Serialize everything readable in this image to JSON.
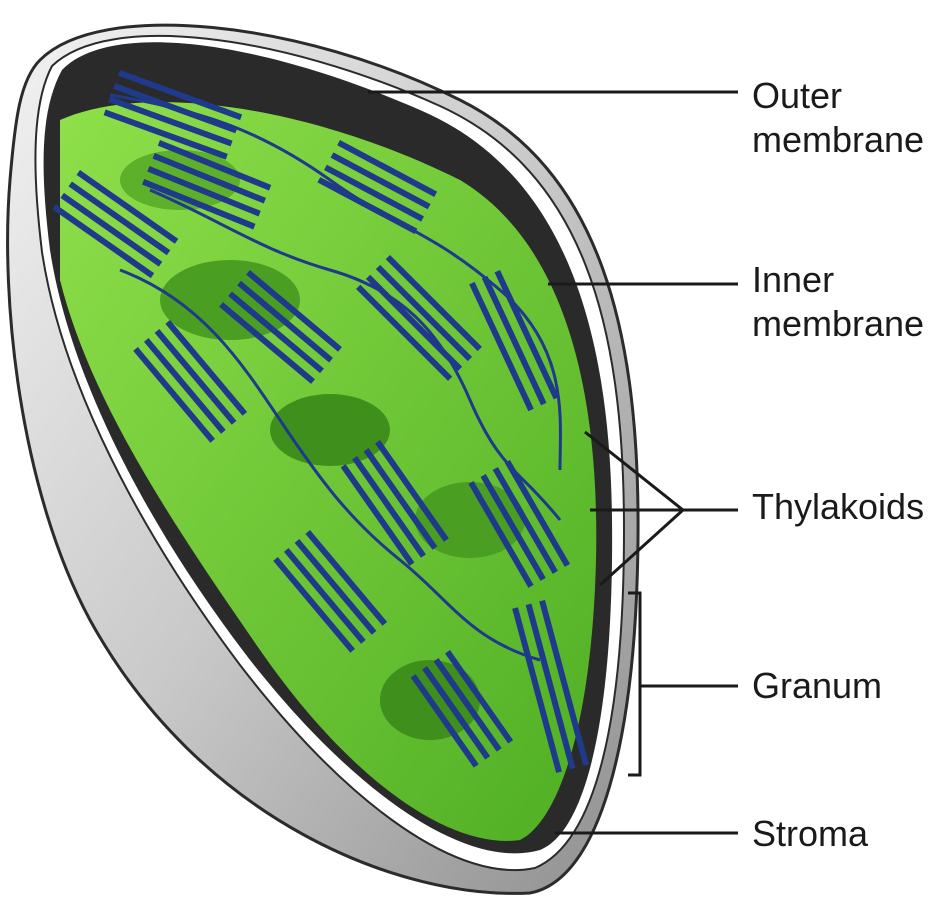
{
  "colors": {
    "outer_shell": "#cfcfcf",
    "shell_edge": "#2b2b2b",
    "stroma_dark": "#2a2a2a",
    "grana_green": "#7ed43a",
    "grana_dark_green": "#3f9a1a",
    "thylakoid_stripe": "#1f3a8a",
    "leader_line": "#1a1a1a"
  },
  "labels": {
    "outer_membrane": {
      "line1": "Outer",
      "line2": "membrane"
    },
    "inner_membrane": {
      "line1": "Inner",
      "line2": "membrane"
    },
    "thylakoids": "Thylakoids",
    "granum": "Granum",
    "stroma": "Stroma"
  }
}
